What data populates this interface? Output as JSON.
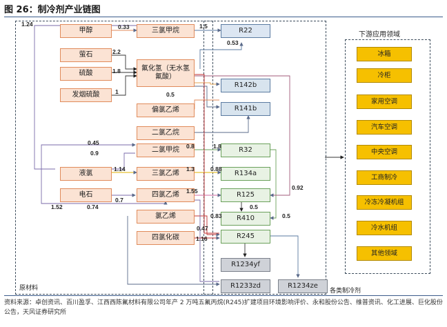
{
  "title": "图 26：制冷剂产业链图",
  "regions": {
    "raw": "原材料",
    "refrigerants": "各类制冷剂",
    "downstream": "下游应用领域"
  },
  "raw_materials": [
    "甲醇",
    "萤石",
    "硫酸",
    "发烟硫酸",
    "液氯",
    "电石"
  ],
  "intermediates": [
    "三氯甲烷",
    "氟化氢（无水氢氟酸）",
    "偏氯乙烯",
    "二氯乙烷",
    "二氯甲烷",
    "三氯乙烯",
    "四氯乙烯",
    "氯乙烯",
    "四氯化碳"
  ],
  "refrigerants": [
    "R22",
    "R142b",
    "R141b",
    "R32",
    "R134a",
    "R125",
    "R410",
    "R245",
    "R1234yf",
    "R1233zd",
    "R1234ze"
  ],
  "downstream": [
    "冰箱",
    "冷柜",
    "家用空调",
    "汽车空调",
    "中央空调",
    "工商制冷",
    "冷冻冷凝机组",
    "冷水机组",
    "其他领域"
  ],
  "flows": {
    "liquid_chlorine_top": "1.24",
    "methanol_to_tcm": "0.33",
    "tcm_to_r22": "1.5",
    "hf_to_r22": "0.53",
    "fluorite": "2.2",
    "sulfuric": "1.8",
    "oleum": "1",
    "vdc": "0.5",
    "cl_to_dcm_a": "0.45",
    "cl_to_dcm_b": "0.9",
    "dcm_in": "0.8",
    "dcm_to_r32": "1.8",
    "cl_to_tce": "1.14",
    "tce_to_r134a": "1.3",
    "hf_to_r134a": "0.88",
    "pce_to_r125": "1.55",
    "carbide": "0.7",
    "cl_low": "1.52",
    "cl_low2": "0.74",
    "r125_to_r410": "0.5",
    "r32_to_r410": "0.5",
    "hf_to_r125": "0.92",
    "vc_to_r245": "0.47",
    "hf_to_r245": "0.83",
    "ctc_to_r245": "1.16"
  },
  "source": "资料来源：卓创资讯、百川盈孚、江西西陈氟材料有限公司年产 2 万吨五氟丙烷(R245)扩建项目环境影响评价、永和股份公告、维普资讯、化工进展、巨化股份公告，天风证券研究所"
}
